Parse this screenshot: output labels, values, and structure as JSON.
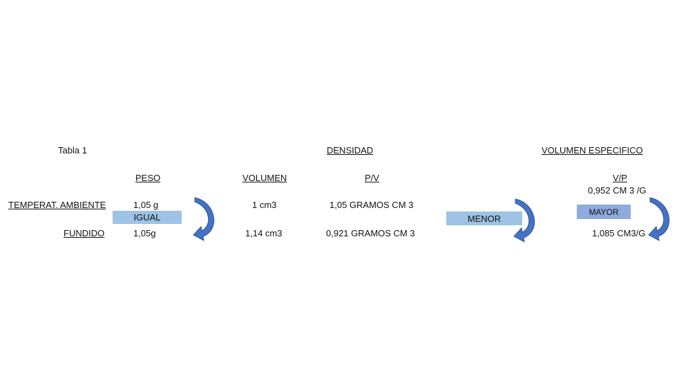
{
  "table_label": "Tabla 1",
  "headers": {
    "peso": "PESO",
    "volumen": "VOLUMEN",
    "densidad": "DENSIDAD",
    "pv": "P/V",
    "volumen_especifico": "VOLUMEN ESPECIFICO",
    "vp": "V/P"
  },
  "rows": {
    "ambiente": {
      "label": "TEMPERAT. AMBIENTE",
      "peso": "1,05 g",
      "volumen": "1 cm3",
      "densidad": "1,05 GRAMOS CM 3",
      "vol_especifico": "0,952  CM 3 /G"
    },
    "fundido": {
      "label": "FUNDIDO",
      "peso": "1,05g",
      "volumen": "1,14 cm3",
      "densidad": "0,921 GRAMOS CM 3",
      "vol_especifico": "1,085 CM3/G"
    }
  },
  "comparisons": {
    "peso": "IGUAL",
    "densidad": "MENOR",
    "vol_especifico": "MAYOR"
  },
  "colors": {
    "box_light": "#9dc3e6",
    "box_medium": "#8faadc",
    "arrow_fill": "#4472c4",
    "arrow_stroke": "#2f5597"
  },
  "icons": {
    "peso": "curved-arrow-down-left-icon",
    "densidad": "curved-arrow-down-left-icon",
    "vol_especifico": "curved-arrow-down-left-icon"
  }
}
